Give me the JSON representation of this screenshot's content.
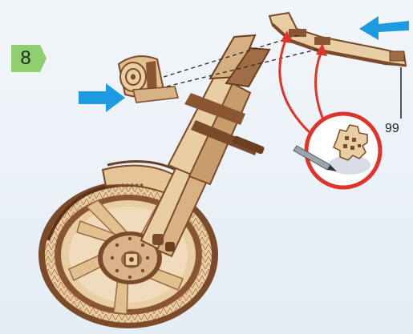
{
  "instruction": {
    "step_number": "8",
    "part_number": "99"
  },
  "colors": {
    "background": "#eef3f8",
    "step_badge": "#8fcf6f",
    "arrow": "#1e9be0",
    "guide_arrow": "#e0342a",
    "wood_light": "#e9cda3",
    "wood_dark": "#7a4a2a"
  },
  "icons": {
    "step_badge": "green-hexagon-badge",
    "arrows": "blue-arrow-icon",
    "guide": "red-curved-arrow-icon",
    "detail": "gear-with-pencil-detail-icon"
  }
}
